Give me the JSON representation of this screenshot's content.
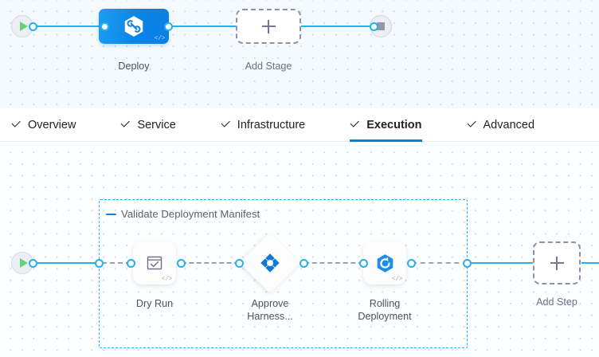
{
  "stage_canvas": {
    "start_node": {
      "icon": "play-icon",
      "name": "pipeline-start"
    },
    "end_node": {
      "icon": "stop-icon",
      "name": "pipeline-end"
    },
    "stages": [
      {
        "label": "Deploy",
        "icon": "harness-hexagon-icon",
        "badge": "</>",
        "selected": true
      },
      {
        "label": "Add Stage",
        "icon": "plus-icon",
        "dashed": true
      }
    ]
  },
  "tabs": {
    "items": [
      {
        "label": "Overview",
        "checked": true,
        "active": false
      },
      {
        "label": "Service",
        "checked": true,
        "active": false
      },
      {
        "label": "Infrastructure",
        "checked": true,
        "active": false
      },
      {
        "label": "Execution",
        "checked": true,
        "active": true
      },
      {
        "label": "Advanced",
        "checked": true,
        "active": false
      }
    ],
    "active_underline_color": "#0b7fd4"
  },
  "execution_canvas": {
    "start_node": {
      "icon": "play-icon",
      "name": "execution-start"
    },
    "group": {
      "title": "Validate Deployment Manifest",
      "collapse_icon": "minus-icon",
      "border_color": "#29b4f2"
    },
    "steps": [
      {
        "label": "Dry Run",
        "icon": "checkbox-window-icon",
        "badge": "</>",
        "shape": "square"
      },
      {
        "label": "Approve Harness...",
        "label_line1": "Approve",
        "label_line2": "Harness...",
        "icon": "harness-approval-icon",
        "shape": "diamond"
      },
      {
        "label": "Rolling Deployment",
        "label_line1": "Rolling",
        "label_line2": "Deployment",
        "icon": "rolling-deployment-icon",
        "badge": "</>",
        "shape": "square"
      }
    ],
    "add_step": {
      "label": "Add Step",
      "icon": "plus-icon"
    }
  },
  "colors": {
    "accent_blue": "#27b0f0",
    "brand_blue": "#0b7fd4",
    "stage_gradient_from": "#1e9df0",
    "stage_gradient_to": "#0b7ee4",
    "dashed_connector": "#9aa1b5",
    "canvas_stage_bg": "#f3f9fc",
    "canvas_exec_bg": "#fdfeff",
    "play_green": "#64d27c",
    "stop_gray": "#9496aa"
  }
}
